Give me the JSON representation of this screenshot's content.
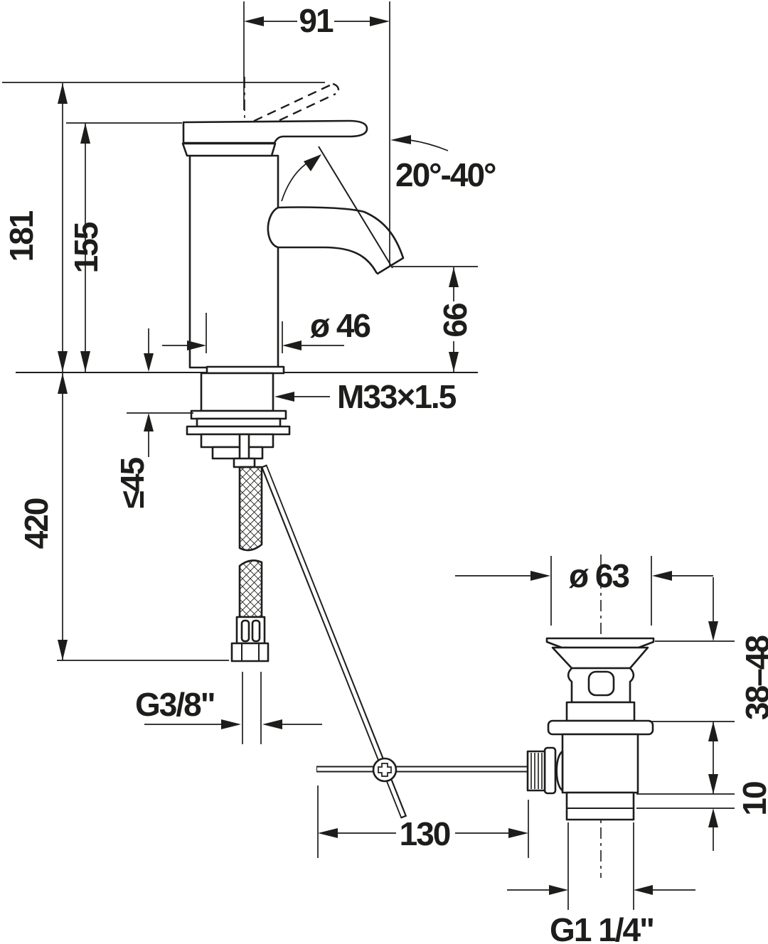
{
  "colors": {
    "line": "#1d1d1b",
    "background": "#ffffff"
  },
  "labels": {
    "spout_reach_91": "91",
    "total_height_181": "181",
    "body_height_155": "155",
    "angle_range": "20°-40°",
    "base_diameter_46": "ø 46",
    "spout_height_66": "66",
    "thread_m33": "M33×1.5",
    "max_deck_thickness_45": "≤45",
    "hose_length_420": "420",
    "hose_thread_g38": "G3/8\"",
    "drain_diameter_63": "ø 63",
    "basin_thickness_38_48": "38–48",
    "rod_offset_130": "130",
    "seal_height_10": "10",
    "drain_thread_g114": "G1 1/4\""
  }
}
